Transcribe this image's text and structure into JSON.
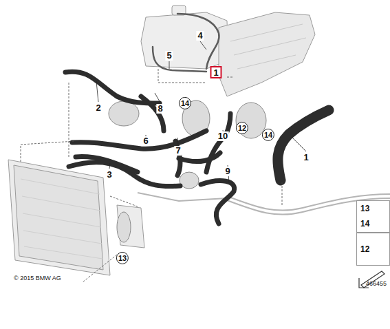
{
  "diagram": {
    "nodes": [
      {
        "text": [
          "1"
        ]
      },
      {
        "text": [
          "14"
        ]
      },
      {
        "text": [
          "12"
        ]
      },
      {
        "text": [
          "14"
        ]
      },
      {
        "text": [
          "13"
        ]
      },
      {
        "text": [
          "13",
          "14"
        ]
      },
      {
        "text": [
          "12"
        ]
      }
    ],
    "labels": [
      "4",
      "5",
      "2",
      "8",
      "6",
      "10",
      "7",
      "3",
      "9",
      "1",
      "© 2015 BMW AG",
      "466455"
    ]
  }
}
